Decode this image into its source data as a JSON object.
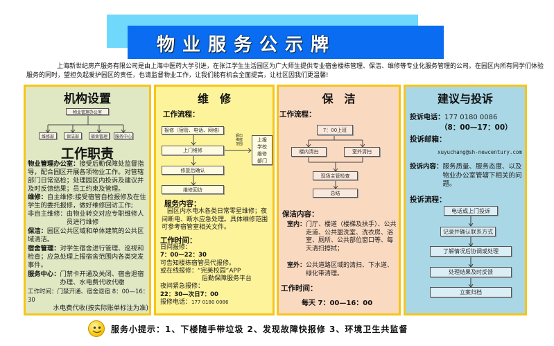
{
  "header": {
    "title": "物业服务公示牌"
  },
  "intro": "上海新世纪房产服务有限公司是由上海中医药大学引进，在张江学生生活园区为广大师生提供专业宿舍楼栋管理、保洁、维修等专业化服务管理的公司。在园区内所有同学们体验服务的同时，望担负起爱护园区的责任，也请监督物业工作，让我们能有机会全面提高，让社区因我们更温馨!",
  "org": {
    "title": "机构设置",
    "top": "物业管理办公室",
    "subs": [
      "维修部",
      "保洁部",
      "宿舍管理",
      "服务中心"
    ],
    "duty_title": "工作职责",
    "duties": [
      {
        "label": "物业管理办公室：",
        "text": "接受后勤保障处监督指导，配合园区开展各项物业工作。对管辖部门日常巡检；处理园区内投诉及建议并及时反馈结果；员工约束及管理。"
      },
      {
        "label": "维修：",
        "text": "自主维修:接受宿管自检报修及在住学生的委托报修，做好维修回访工作;"
      },
      {
        "label": "非自主维修：",
        "text": "由物业转交对应专职维修人员进行维修"
      },
      {
        "label": "保洁：",
        "text": "园区公共区域和单体建筑的公共区域清洁。"
      },
      {
        "label": "宿舍管理：",
        "text": "对学生宿舍进行管理、巡视和检查；应急处理上报宿舍范围内各类突发事件。"
      },
      {
        "label": "服务中心：",
        "text": "门禁卡开通及关闭、宿舍退宿办理、水电费代收代缴"
      },
      {
        "label": "工作时间：",
        "text": "门禁开通、宿舍退宿 8：00—16：30"
      },
      {
        "label": "",
        "text": "水电费代收(按实际账单标注为准)"
      }
    ]
  },
  "repair": {
    "title": "维　修",
    "flow_label": "工作流程：",
    "steps": [
      "报修（宿管、电话、网络）",
      "上门维修",
      "修复后确认",
      "维修回访"
    ],
    "side_note": "超出维修范围",
    "side_box": "上报学校维修部门",
    "content_label": "服务内容：",
    "content": "园区内水电木各类日常零星维修；夜间断电、断水应急处理。具体维修范围可参考宿管室相关文件。",
    "time_label": "工作时间：",
    "day_label": "日间报修：",
    "day_time": "7：00—22：30",
    "day_note1": "可告知楼栋宿管员代报修。",
    "day_note2": "或在线报修：“完美校园”APP",
    "day_note3": "后勤保障服务平台",
    "night_label": "夜间紧急报修：",
    "night_time": "22：30—次日7：00",
    "phone_label": "报修电话：",
    "phone": "177 0180 0086"
  },
  "cleaning": {
    "title": "保　洁",
    "flow_label": "工作流程：",
    "start": "7：00上班",
    "branches": [
      "楼内清扫",
      "室外清扫"
    ],
    "check": "现场主管检查",
    "end": "总结",
    "content_label": "保洁内容：",
    "indoor_label": "室内：",
    "indoor": "门厅、楼道（楼梯及扶手）、公共走道、公共盥洗室、洗衣房、浴室、厕所、公共部位窗口等、每天清扫擦拭；",
    "outdoor_label": "室外：",
    "outdoor": "公共道路区域的清扫、下水道、绿化带清理。",
    "time_label": "工作时间：",
    "time": "每天 7：00—16：00"
  },
  "complaint": {
    "title": "建议与投诉",
    "phone_label": "投诉电话：",
    "phone": "177 0180 0086",
    "phone_hours": "（8：00—17：00）",
    "email_label": "投诉邮箱：",
    "email": "xuyuchang@sh-newcentury.com",
    "content_label": "投诉内容：",
    "content": "服务质量、服务态度、以及物业办公室管辖下相关的问题。",
    "flow_label": "投诉流程：",
    "steps": [
      "电话或上门投诉",
      "记录并确认联系方式",
      "了解情况后协调或处理",
      "处理结果及时反馈",
      "立案归档"
    ]
  },
  "footer": {
    "tip": "服务小提示：1、下楼随手带垃圾 2、发现故障快报修 3、环境卫生共监督"
  },
  "colors": {
    "banner": "#0a6cf0",
    "banner_back": "#6fd8fb",
    "border": "#f5c518",
    "org_bg": "#dfe7c3",
    "repair_bg": "#fdf39a",
    "clean_bg": "#fad9c1",
    "complaint_bg": "#a9d7e6"
  }
}
